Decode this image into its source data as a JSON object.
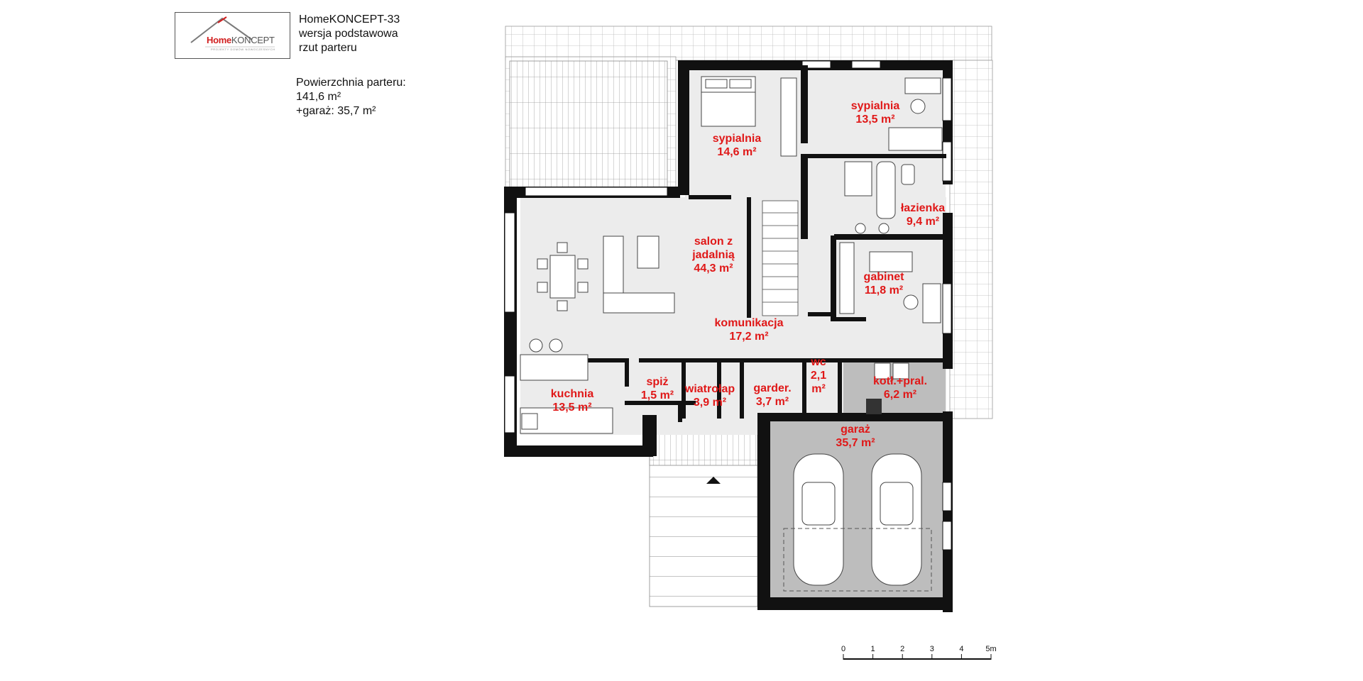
{
  "logo": {
    "brand_part1": "Home",
    "brand_part2": "KONCEPT",
    "tagline": "PROJEKTY DOMÓW NOWOCZESNYCH"
  },
  "header": {
    "project_name": "HomeKONCEPT-33",
    "variant": "wersja podstawowa",
    "view": "rzut parteru"
  },
  "areas": {
    "label": "Powierzchnia parteru:",
    "ground_floor": "141,6 m²",
    "garage": "+garaż: 35,7 m²"
  },
  "rooms": [
    {
      "id": "sypialnia-1",
      "lines": [
        "sypialnia",
        "14,6 m²"
      ]
    },
    {
      "id": "sypialnia-2",
      "lines": [
        "sypialnia",
        "13,5 m²"
      ]
    },
    {
      "id": "lazienka",
      "lines": [
        "łazienka",
        "9,4 m²"
      ]
    },
    {
      "id": "salon",
      "lines": [
        "salon z",
        "jadalnią",
        "44,3 m²"
      ]
    },
    {
      "id": "gabinet",
      "lines": [
        "gabinet",
        "11,8 m²"
      ]
    },
    {
      "id": "komunikacja",
      "lines": [
        "komunikacja",
        "17,2 m²"
      ]
    },
    {
      "id": "kuchnia",
      "lines": [
        "kuchnia",
        "13,5 m²"
      ]
    },
    {
      "id": "spiz",
      "lines": [
        "spiż",
        "1,5 m²"
      ]
    },
    {
      "id": "wiatrolap",
      "lines": [
        "wiatrołap",
        "3,9 m²"
      ]
    },
    {
      "id": "garderoba",
      "lines": [
        "garder.",
        "3,7 m²"
      ]
    },
    {
      "id": "wc",
      "lines": [
        "wc",
        "2,1",
        "m²"
      ]
    },
    {
      "id": "kotlownia",
      "lines": [
        "kotł.+pral.",
        "6,2 m²"
      ]
    },
    {
      "id": "garaz",
      "lines": [
        "garaż",
        "35,7 m²"
      ]
    }
  ],
  "scale_bar": {
    "ticks": [
      "0",
      "1",
      "2",
      "3",
      "4",
      "5m"
    ]
  }
}
